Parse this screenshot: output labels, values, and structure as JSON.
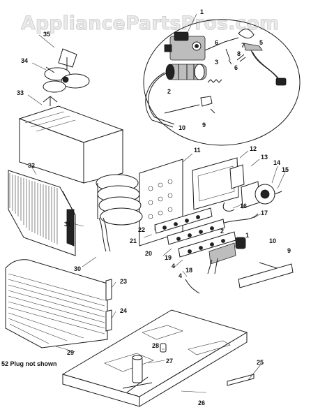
{
  "watermark": "AppliancePartsPros.com",
  "note": "52 Plug not shown",
  "callouts": [
    {
      "id": "c1",
      "label": "1"
    },
    {
      "id": "c2",
      "label": "2"
    },
    {
      "id": "c3",
      "label": "3"
    },
    {
      "id": "c4",
      "label": "4"
    },
    {
      "id": "c5",
      "label": "5"
    },
    {
      "id": "c6a",
      "label": "6"
    },
    {
      "id": "c6b",
      "label": "6"
    },
    {
      "id": "c7",
      "label": "7"
    },
    {
      "id": "c8",
      "label": "8"
    },
    {
      "id": "c9",
      "label": "9"
    },
    {
      "id": "c10",
      "label": "10"
    },
    {
      "id": "c11",
      "label": "11"
    },
    {
      "id": "c12",
      "label": "12"
    },
    {
      "id": "c13",
      "label": "13"
    },
    {
      "id": "c14",
      "label": "14"
    },
    {
      "id": "c15",
      "label": "15"
    },
    {
      "id": "c16",
      "label": "16"
    },
    {
      "id": "c17",
      "label": "17"
    },
    {
      "id": "c18",
      "label": "18"
    },
    {
      "id": "c19",
      "label": "19"
    },
    {
      "id": "c20",
      "label": "20"
    },
    {
      "id": "c21",
      "label": "21"
    },
    {
      "id": "c22",
      "label": "22"
    },
    {
      "id": "c23",
      "label": "23"
    },
    {
      "id": "c24",
      "label": "24"
    },
    {
      "id": "c25",
      "label": "25"
    },
    {
      "id": "c26",
      "label": "26"
    },
    {
      "id": "c27",
      "label": "27"
    },
    {
      "id": "c28",
      "label": "28"
    },
    {
      "id": "c29",
      "label": "29"
    },
    {
      "id": "c30",
      "label": "30"
    },
    {
      "id": "c31",
      "label": "31"
    },
    {
      "id": "c32",
      "label": "32"
    },
    {
      "id": "c33",
      "label": "33"
    },
    {
      "id": "c34",
      "label": "34"
    },
    {
      "id": "c35",
      "label": "35"
    },
    {
      "id": "c1b",
      "label": "1"
    },
    {
      "id": "c2b",
      "label": "2"
    },
    {
      "id": "c4b",
      "label": "4"
    },
    {
      "id": "c9b",
      "label": "9"
    },
    {
      "id": "c10b",
      "label": "10"
    }
  ]
}
